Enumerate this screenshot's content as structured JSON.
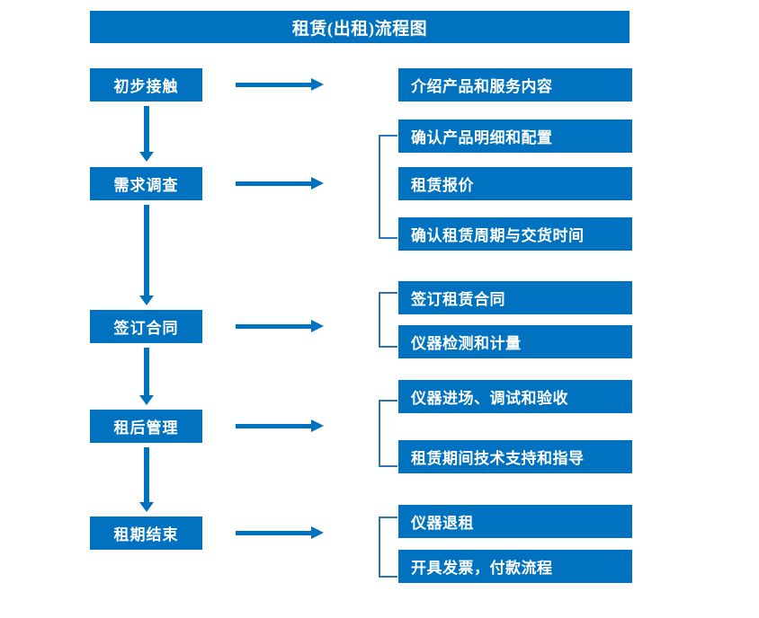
{
  "title": "租赁(出租)流程图",
  "colors": {
    "primary": "#0072C0",
    "bracket": "#2E74B5",
    "text_on_primary": "#FFFFFF",
    "background": "#FFFFFF"
  },
  "stages": [
    {
      "label": "初步接触"
    },
    {
      "label": "需求调查"
    },
    {
      "label": "签订合同"
    },
    {
      "label": "租后管理"
    },
    {
      "label": "租期结束"
    }
  ],
  "details": [
    {
      "label": "介绍产品和服务内容"
    },
    {
      "label": "确认产品明细和配置"
    },
    {
      "label": "租赁报价"
    },
    {
      "label": "确认租赁周期与交货时间"
    },
    {
      "label": "签订租赁合同"
    },
    {
      "label": "仪器检测和计量"
    },
    {
      "label": "仪器进场、调试和验收"
    },
    {
      "label": "租赁期间技术支持和指导"
    },
    {
      "label": "仪器退租"
    },
    {
      "label": "开具发票，付款流程"
    }
  ]
}
